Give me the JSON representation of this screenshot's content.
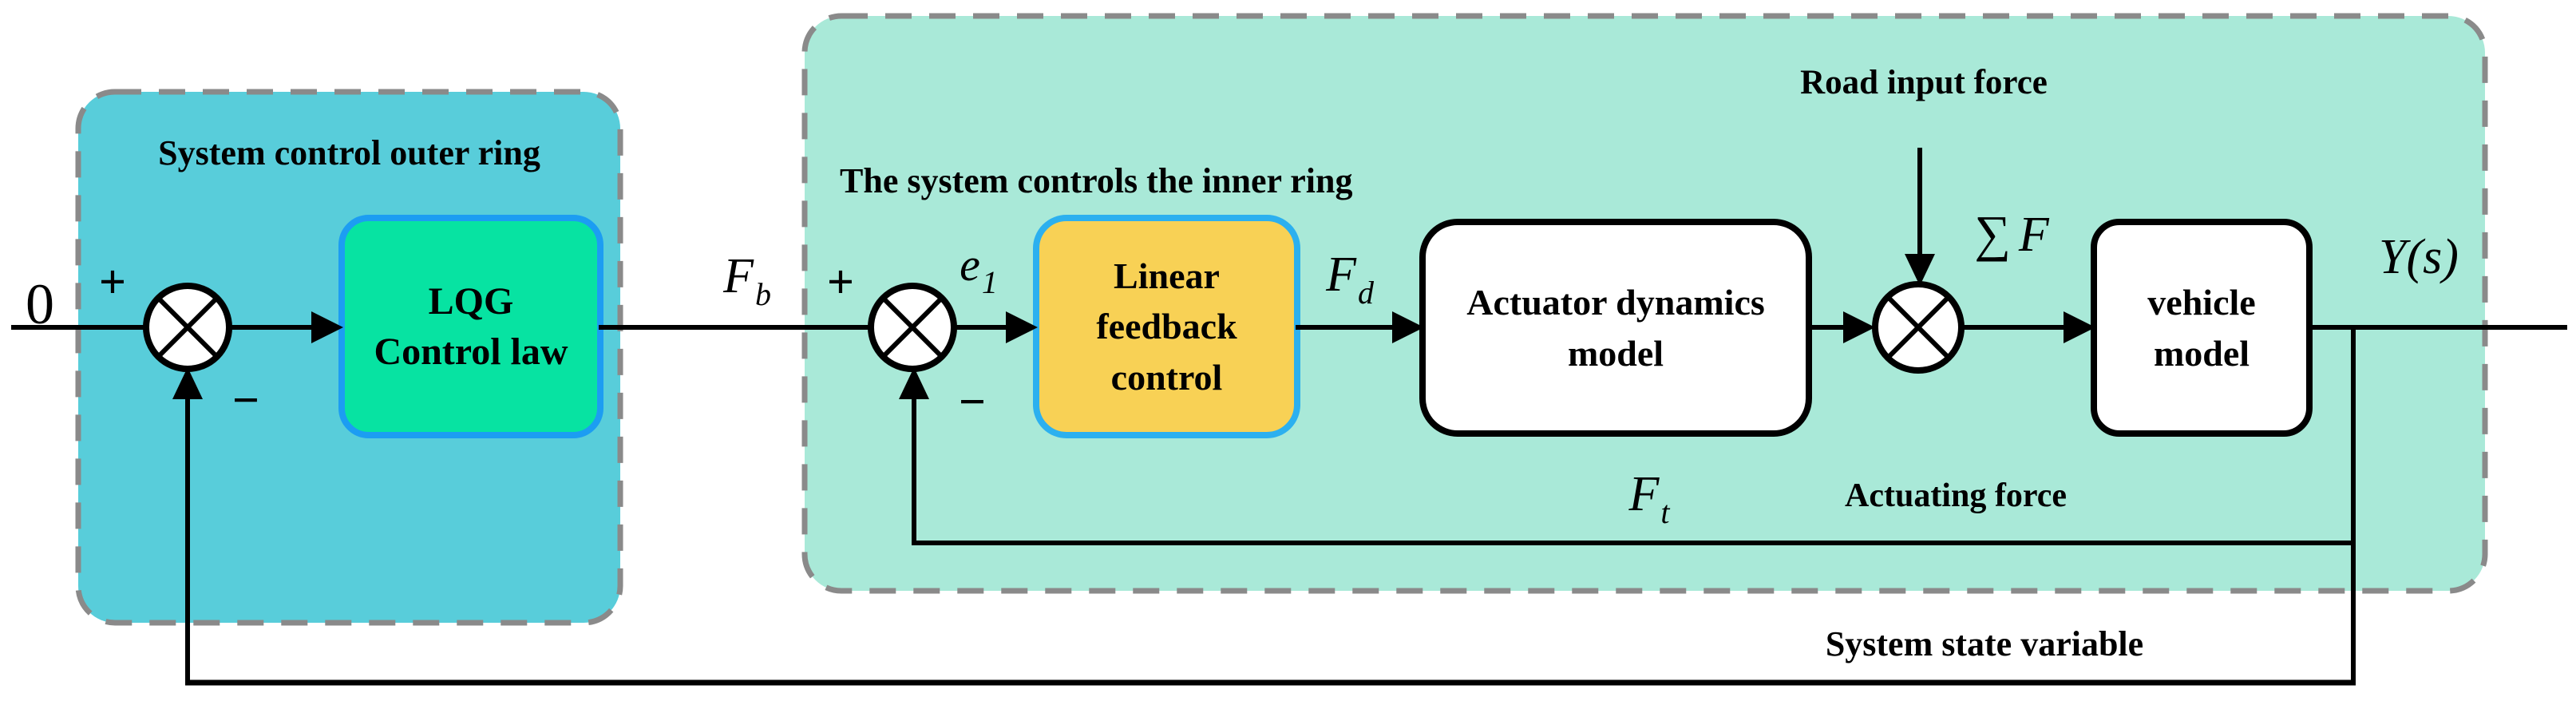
{
  "colors": {
    "outer_ring_fill": "#58cdda",
    "inner_ring_fill": "#a9e9d8",
    "dashed_border": "#8a8a8a",
    "lqg_fill": "#07e3a2",
    "lqg_border": "#1c9df2",
    "linear_fill": "#f8d155",
    "linear_border": "#2cb0ef",
    "model_block_fill": "#ffffff",
    "model_block_border": "#000000",
    "line_color": "#000000",
    "background": "#ffffff"
  },
  "outer_ring": {
    "title": "System control outer ring"
  },
  "inner_ring": {
    "title": "The system controls the inner ring"
  },
  "blocks": {
    "lqg": {
      "line1": "LQG",
      "line2": "Control law"
    },
    "linear_feedback": {
      "line1": "Linear",
      "line2": "feedback",
      "line3": "control"
    },
    "actuator": {
      "line1": "Actuator dynamics",
      "line2": "model"
    },
    "vehicle": {
      "line1": "vehicle",
      "line2": "model"
    }
  },
  "signals": {
    "zero": "0",
    "plus_outer": "+",
    "minus_outer": "−",
    "plus_inner": "+",
    "minus_inner": "−",
    "fb": {
      "base": "F",
      "sub": "b"
    },
    "e1": {
      "base": "e",
      "sub": "1"
    },
    "fd": {
      "base": "F",
      "sub": "d"
    },
    "ft": {
      "base": "F",
      "sub": "t"
    },
    "sum_f": {
      "sigma": "∑",
      "base": "F"
    },
    "ys": "Y(s)"
  },
  "annotations": {
    "road_input": "Road input force",
    "actuating_force": "Actuating force",
    "system_state": "System state variable"
  }
}
